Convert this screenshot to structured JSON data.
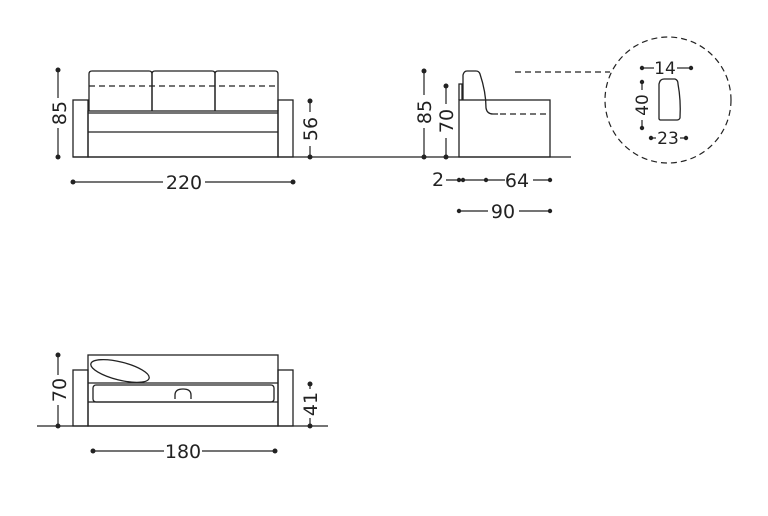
{
  "front_view": {
    "height": "85",
    "seat_height": "56",
    "width": "220"
  },
  "side_view": {
    "height": "85",
    "arm_height": "70",
    "back_offset": "2",
    "seat_depth": "64",
    "depth": "90"
  },
  "cushion_detail": {
    "top_width": "14",
    "height": "40",
    "bottom_width": "23"
  },
  "bed_view": {
    "height": "70",
    "mattress_height": "41",
    "bed_width": "180"
  }
}
